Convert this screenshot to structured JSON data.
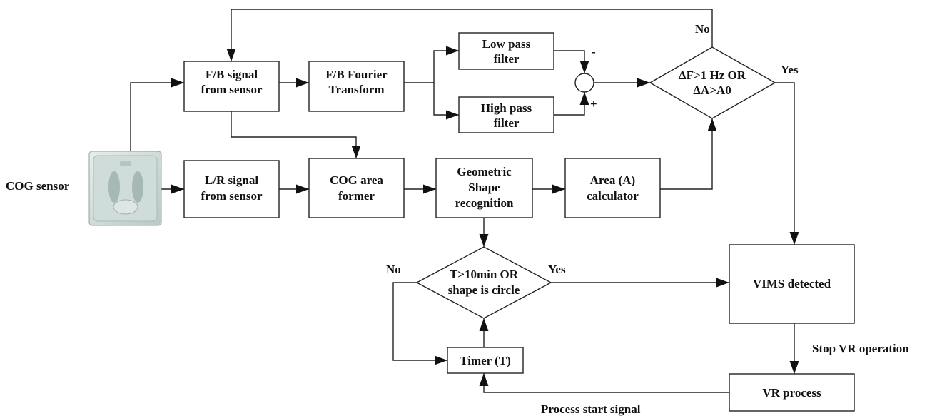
{
  "blocks": {
    "fb_signal": [
      "F/B signal",
      "from sensor"
    ],
    "fb_fourier": [
      "F/B Fourier",
      "Transform"
    ],
    "low_pass": [
      "Low pass",
      "filter"
    ],
    "high_pass": [
      "High pass",
      "filter"
    ],
    "lr_signal": [
      "L/R signal",
      "from sensor"
    ],
    "cog_area": [
      "COG area",
      "former"
    ],
    "geometric": [
      "Geometric",
      "Shape",
      "recognition"
    ],
    "area_calc": [
      "Area (A)",
      "calculator"
    ],
    "vims": [
      "VIMS detected"
    ],
    "timer": [
      "Timer (T)"
    ],
    "vr_process": [
      "VR process"
    ]
  },
  "decisions": {
    "delta": [
      "ΔF>1 Hz OR",
      "ΔA>A0"
    ],
    "time": [
      "T>10min OR",
      "shape is circle"
    ]
  },
  "labels": {
    "cog_sensor": "COG sensor",
    "minus": "-",
    "plus": "+",
    "delta_no": "No",
    "delta_yes": "Yes",
    "time_no": "No",
    "time_yes": "Yes",
    "stop_vr": "Stop VR operation",
    "process_start": "Process start signal"
  },
  "colors": {
    "line": "#222222",
    "text": "#111111",
    "sensor_bg": "#d9e4e2",
    "sensor_plate": "#c3d2cf",
    "sensor_foot": "#9fb3b0"
  },
  "icons": {
    "sensor_image": "cog-sensor-platform"
  }
}
